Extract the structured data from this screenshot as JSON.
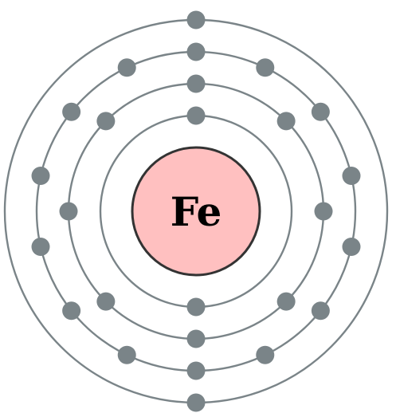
{
  "nucleus": {
    "symbol": "Fe",
    "fill_color": "#ffc0c0",
    "stroke_color": "#333333",
    "text_color": "#000000"
  },
  "shell_color": "#7a8488",
  "electron_color": "#7a8488",
  "shells": [
    {
      "electrons": 2
    },
    {
      "electrons": 8
    },
    {
      "electrons": 14
    },
    {
      "electrons": 2
    }
  ]
}
